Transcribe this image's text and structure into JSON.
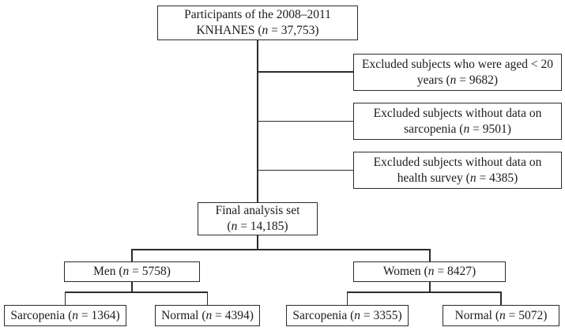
{
  "boxes": {
    "participants": {
      "line1": "Participants of the 2008–2011",
      "line2_pre": "KNHANES (",
      "n": "n",
      "line2_post": " = 37,753)"
    },
    "excluded_age": {
      "line1": "Excluded subjects who were aged < 20",
      "line2_pre": "years (",
      "n": "n",
      "line2_post": " = 9682)"
    },
    "excluded_sarcopenia": {
      "line1": "Excluded subjects without data on",
      "line2_pre": "sarcopenia (",
      "n": "n",
      "line2_post": " = 9501)"
    },
    "excluded_health_survey": {
      "line1": "Excluded subjects without data on",
      "line2_pre": "health survey (",
      "n": "n",
      "line2_post": " = 4385)"
    },
    "final_analysis": {
      "line1": "Final analysis set",
      "line2_pre": "(",
      "n": "n",
      "line2_post": " = 14,185)"
    },
    "men": {
      "pre": "Men (",
      "n": "n",
      "post": " = 5758)"
    },
    "women": {
      "pre": "Women (",
      "n": "n",
      "post": " = 8427)"
    },
    "men_sarcopenia": {
      "pre": "Sarcopenia (",
      "n": "n",
      "post": " = 1364)"
    },
    "men_normal": {
      "pre": "Normal (",
      "n": "n",
      "post": " = 4394)"
    },
    "women_sarcopenia": {
      "pre": "Sarcopenia (",
      "n": "n",
      "post": " = 3355)"
    },
    "women_normal": {
      "pre": "Normal (",
      "n": "n",
      "post": " = 5072)"
    }
  },
  "values": {
    "participants": 37753,
    "excluded_age": 9682,
    "excluded_sarcopenia": 9501,
    "excluded_health_survey": 4385,
    "final_analysis": 14185,
    "men": 5758,
    "women": 8427,
    "men_sarcopenia": 1364,
    "men_normal": 4394,
    "women_sarcopenia": 3355,
    "women_normal": 5072
  },
  "colors": {
    "line": "#2b2b2b",
    "text": "#1b1b1b",
    "background": "#ffffff"
  }
}
